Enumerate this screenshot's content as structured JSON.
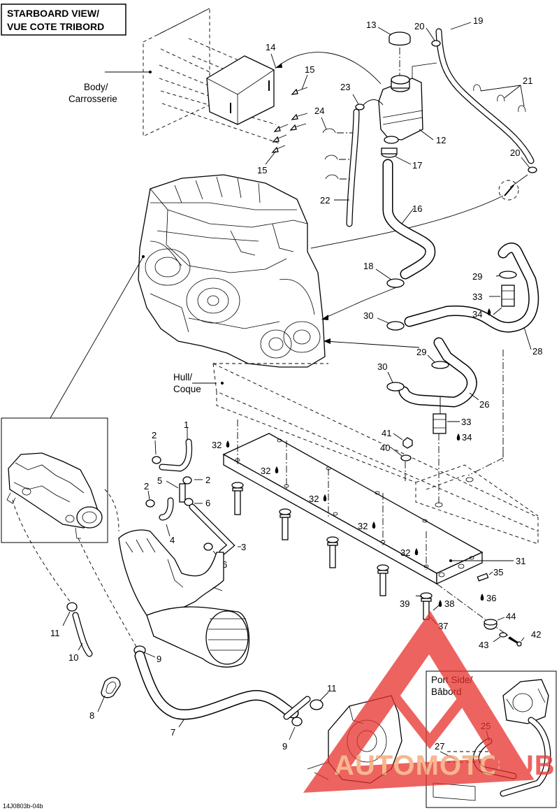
{
  "view_title": [
    "STARBOARD VIEW/",
    "VUE COTE TRIBORD"
  ],
  "labels": {
    "body": [
      "Body/",
      "Carrosserie"
    ],
    "hull": [
      "Hull/",
      "Coque"
    ],
    "port_side": [
      "Port Side/",
      "Bâbord"
    ]
  },
  "callouts": {
    "c1": "1",
    "c2a": "2",
    "c2b": "2",
    "c2c": "2",
    "c3": "3",
    "c4": "4",
    "c5": "5",
    "c6a": "6",
    "c6b": "6",
    "c7": "7",
    "c8": "8",
    "c9a": "9",
    "c9b": "9",
    "c10": "10",
    "c11a": "11",
    "c11b": "11",
    "c12": "12",
    "c13": "13",
    "c14": "14",
    "c15a": "15",
    "c15b": "15",
    "c16": "16",
    "c17": "17",
    "c18": "18",
    "c19": "19",
    "c20a": "20",
    "c20b": "20",
    "c21": "21",
    "c22": "22",
    "c23": "23",
    "c24": "24",
    "c25": "25",
    "c26": "26",
    "c27": "27",
    "c28": "28",
    "c29a": "29",
    "c29b": "29",
    "c30a": "30",
    "c30b": "30",
    "c31": "31",
    "c32a": "32",
    "c32b": "32",
    "c32c": "32",
    "c32d": "32",
    "c32e": "32",
    "c33a": "33",
    "c33b": "33",
    "c34a": "34",
    "c34b": "34",
    "c35": "35",
    "c36": "36",
    "c37": "37",
    "c38": "38",
    "c39": "39",
    "c40": "40",
    "c41": "41",
    "c42": "42",
    "c43": "43",
    "c44": "44"
  },
  "drawing_ref": "14J0803b-04b",
  "watermark": {
    "text_auto": "AUTOMOTO",
    "text_hub": "HUB",
    "color": "#e8302b",
    "color_light": "#f4a06a"
  },
  "colors": {
    "line": "#000000",
    "background": "#ffffff"
  }
}
